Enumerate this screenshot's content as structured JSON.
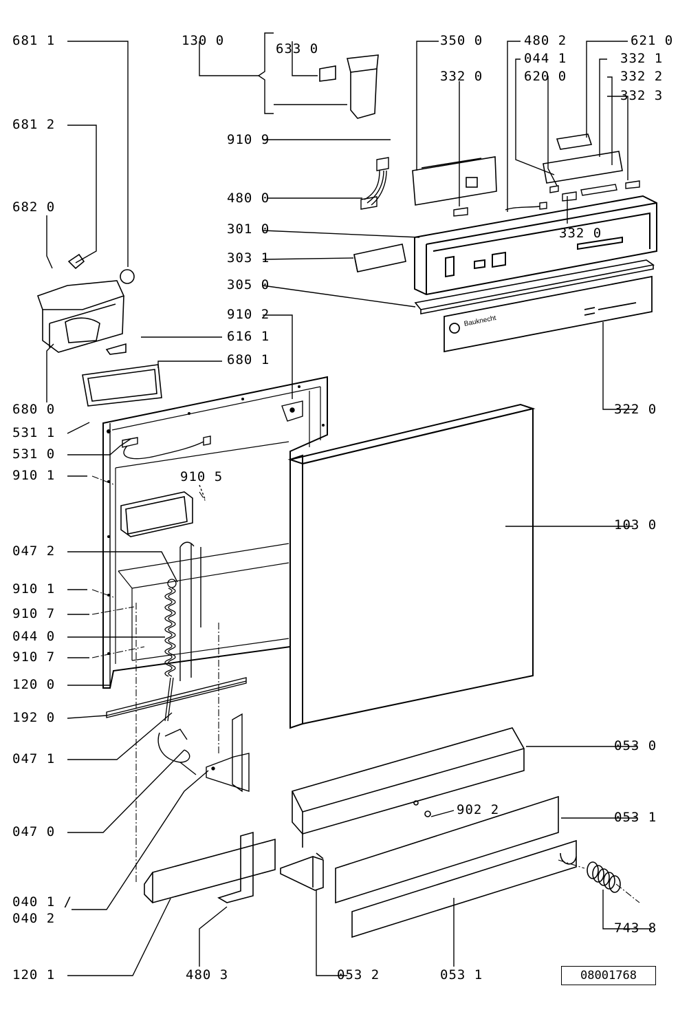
{
  "document_number": "08001768",
  "brand_on_panel": "Bauknecht",
  "callouts": [
    {
      "id": "681-1",
      "text": "681 1"
    },
    {
      "id": "130-0",
      "text": "130 0"
    },
    {
      "id": "633-0",
      "text": "633 0"
    },
    {
      "id": "350-0",
      "text": "350 0"
    },
    {
      "id": "480-2",
      "text": "480 2"
    },
    {
      "id": "621-0",
      "text": "621 0"
    },
    {
      "id": "044-1",
      "text": "044 1"
    },
    {
      "id": "332-1",
      "text": "332 1"
    },
    {
      "id": "332-0a",
      "text": "332 0"
    },
    {
      "id": "620-0",
      "text": "620 0"
    },
    {
      "id": "332-2",
      "text": "332 2"
    },
    {
      "id": "332-3",
      "text": "332 3"
    },
    {
      "id": "681-2",
      "text": "681 2"
    },
    {
      "id": "910-9",
      "text": "910 9"
    },
    {
      "id": "480-0",
      "text": "480 0"
    },
    {
      "id": "682-0",
      "text": "682 0"
    },
    {
      "id": "301-0",
      "text": "301 0"
    },
    {
      "id": "332-0b",
      "text": "332 0"
    },
    {
      "id": "303-1",
      "text": "303 1"
    },
    {
      "id": "305-0",
      "text": "305 0"
    },
    {
      "id": "910-2",
      "text": "910 2"
    },
    {
      "id": "616-1",
      "text": "616 1"
    },
    {
      "id": "680-1",
      "text": "680 1"
    },
    {
      "id": "680-0",
      "text": "680 0"
    },
    {
      "id": "322-0",
      "text": "322 0"
    },
    {
      "id": "531-1",
      "text": "531 1"
    },
    {
      "id": "531-0",
      "text": "531 0"
    },
    {
      "id": "910-1a",
      "text": "910 1"
    },
    {
      "id": "910-5",
      "text": "910 5"
    },
    {
      "id": "103-0",
      "text": "103 0"
    },
    {
      "id": "047-2",
      "text": "047 2"
    },
    {
      "id": "910-1b",
      "text": "910 1"
    },
    {
      "id": "910-7a",
      "text": "910 7"
    },
    {
      "id": "044-0",
      "text": "044 0"
    },
    {
      "id": "910-7b",
      "text": "910 7"
    },
    {
      "id": "120-0",
      "text": "120 0"
    },
    {
      "id": "192-0",
      "text": "192 0"
    },
    {
      "id": "053-0",
      "text": "053 0"
    },
    {
      "id": "047-1",
      "text": "047 1"
    },
    {
      "id": "902-2",
      "text": "902 2"
    },
    {
      "id": "047-0",
      "text": "047 0"
    },
    {
      "id": "053-1a",
      "text": "053 1"
    },
    {
      "id": "040-1",
      "text": "040 1 /"
    },
    {
      "id": "040-2",
      "text": "040 2"
    },
    {
      "id": "743-8",
      "text": "743 8"
    },
    {
      "id": "120-1",
      "text": "120 1"
    },
    {
      "id": "480-3",
      "text": "480 3"
    },
    {
      "id": "053-2",
      "text": "053 2"
    },
    {
      "id": "053-1b",
      "text": "053 1"
    }
  ]
}
